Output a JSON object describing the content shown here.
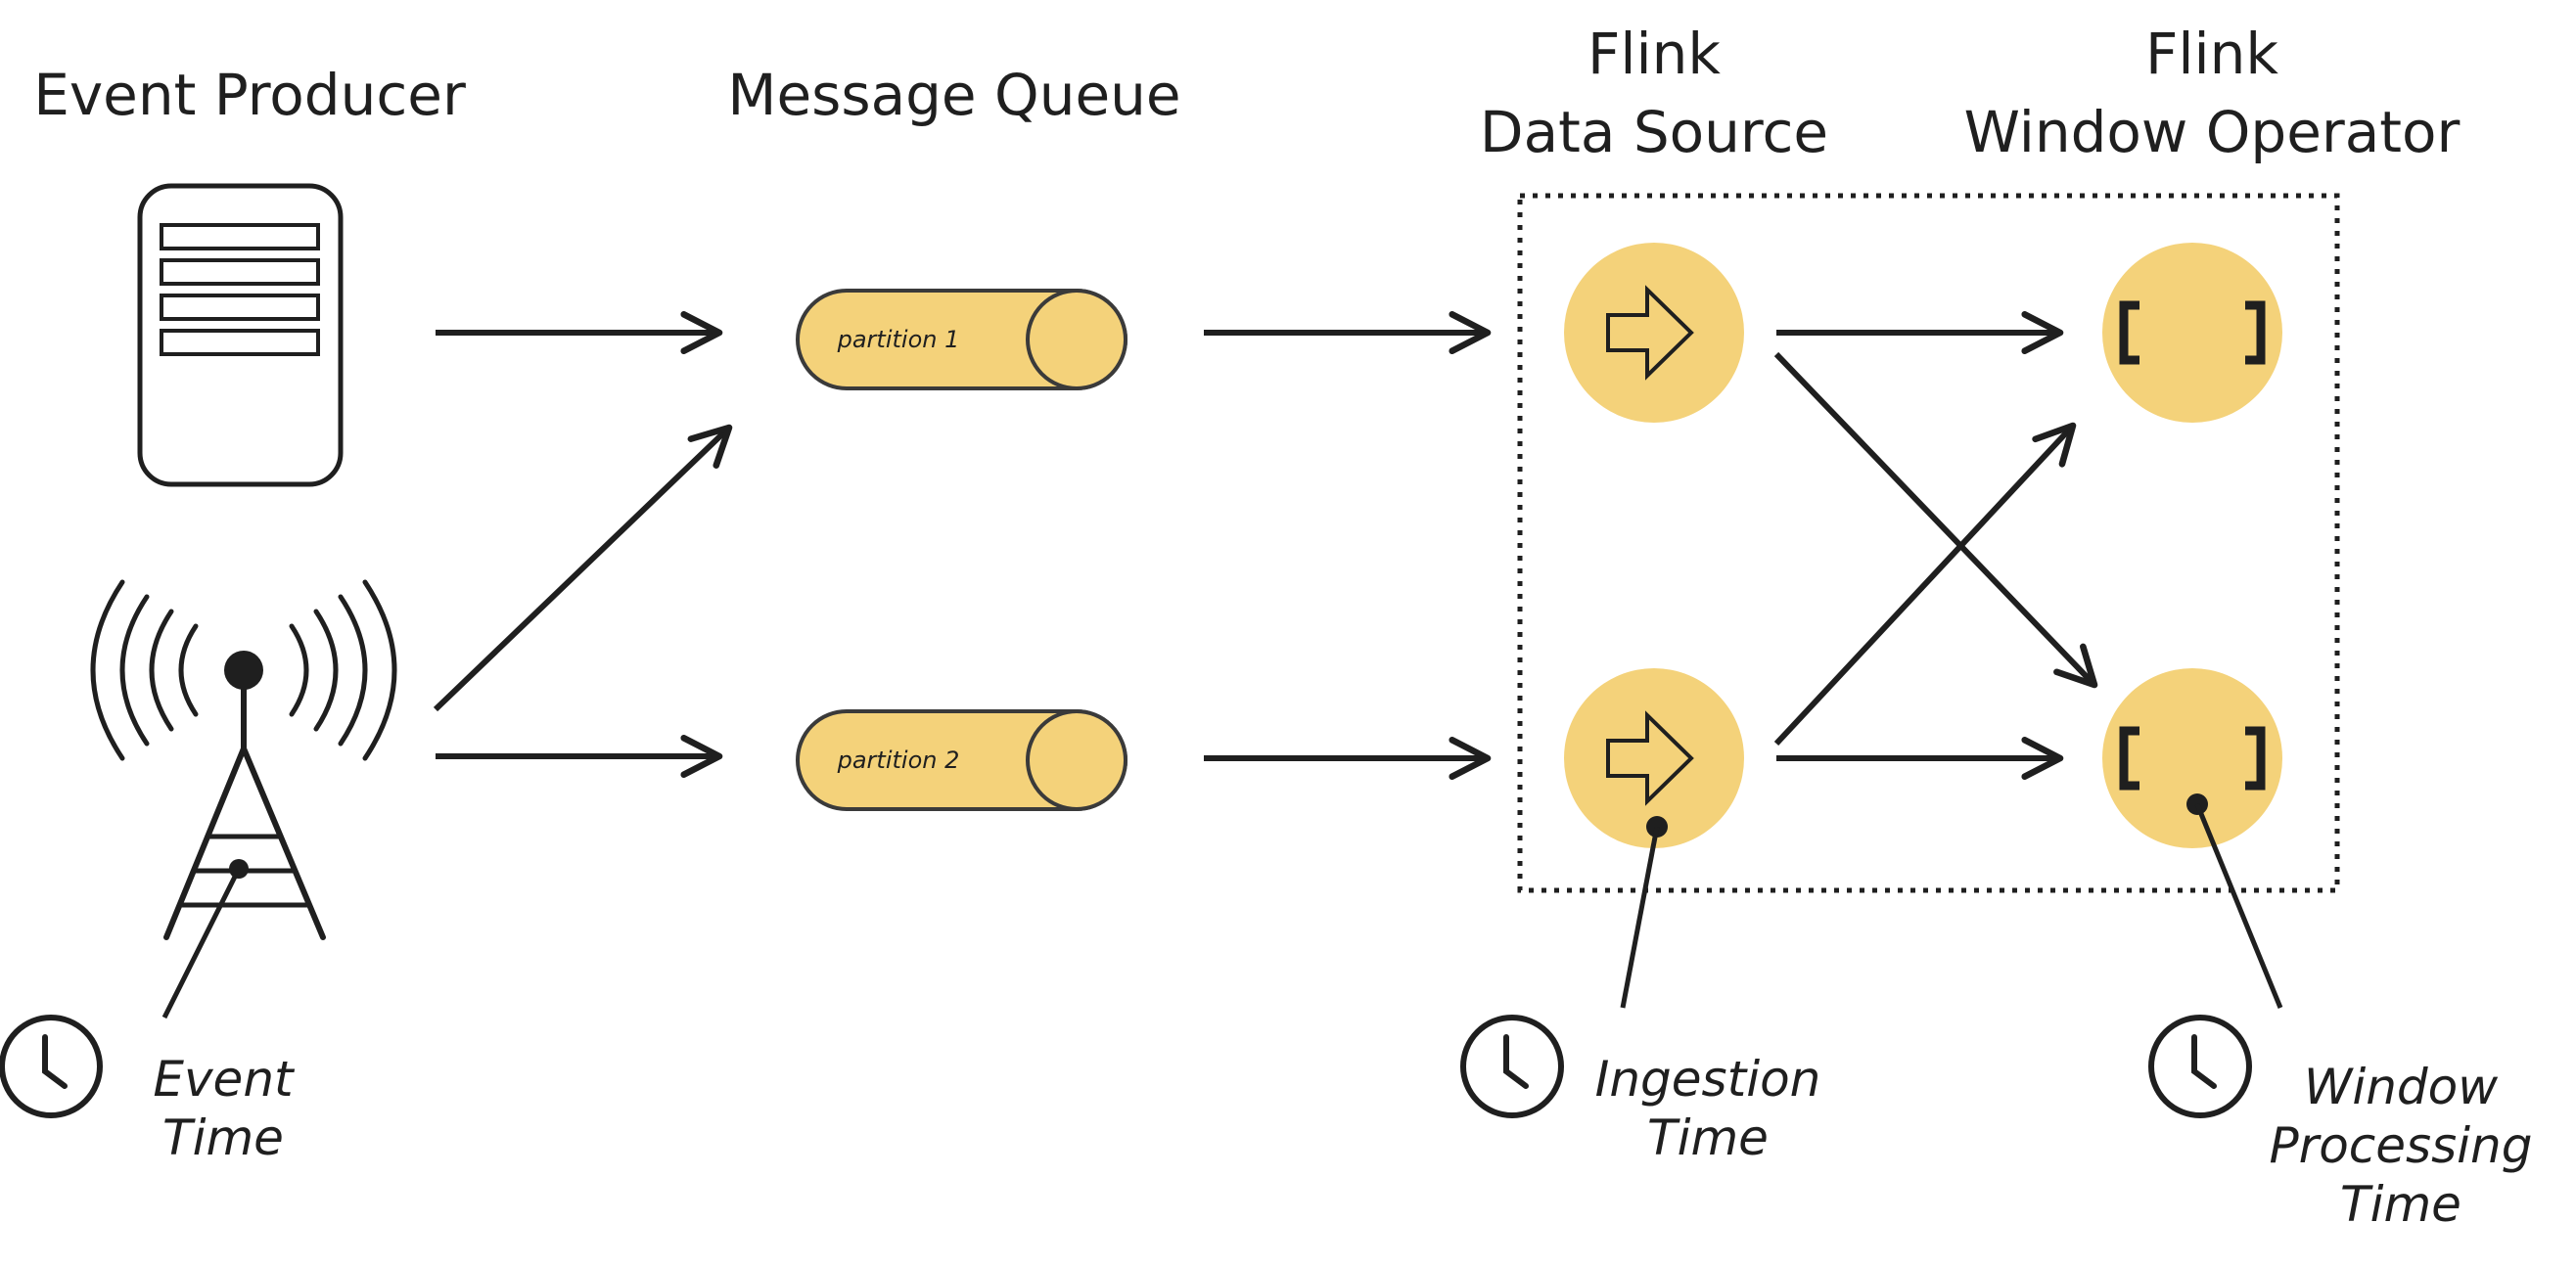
{
  "headers": {
    "producer": "Event Producer",
    "queue": "Message Queue",
    "source_line1": "Flink",
    "source_line2": "Data Source",
    "window_line1": "Flink",
    "window_line2": "Window Operator"
  },
  "partitions": [
    "partition 1",
    "partition 2"
  ],
  "time_labels": {
    "event": [
      "Event",
      "Time"
    ],
    "ingestion": [
      "Ingestion",
      "Time"
    ],
    "window": [
      "Window",
      "Processing",
      "Time"
    ]
  },
  "icons": {
    "producer_server": "server-icon",
    "producer_tower": "antenna-tower-icon",
    "source_operator": "arrow-right-icon",
    "window_operator": "bracket-icon",
    "clock": "clock-icon"
  },
  "colors": {
    "accent": "#f4d27a",
    "accent_stroke": "#3a3a3a",
    "ink": "#1f1f1f"
  }
}
